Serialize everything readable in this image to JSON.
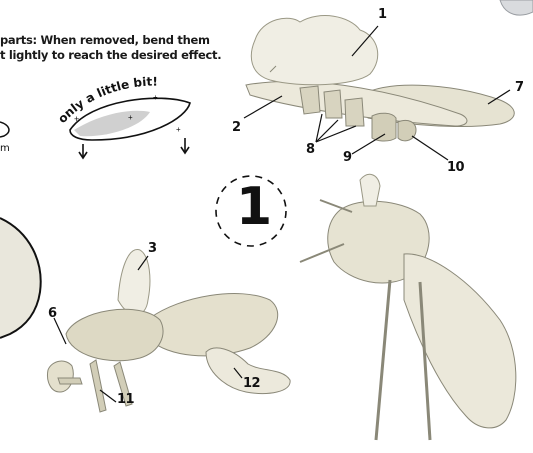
{
  "instructions": {
    "line1": "parts: When removed, bend them",
    "line2": "t lightly to reach the desired effect."
  },
  "bend_note": "only a little bit!",
  "cut_text": "m",
  "step_number": "1",
  "part_labels": {
    "p1": "1",
    "p2": "2",
    "p3": "3",
    "p6": "6",
    "p7": "7",
    "p8": "8",
    "p9": "9",
    "p10": "10",
    "p11": "11",
    "p12": "12"
  },
  "colors": {
    "wood_fill": "#e7e4d4",
    "wood_dark": "#bdb9a3",
    "wood_shadow": "#d6d2bf",
    "line": "#8a8878",
    "ink": "#111111"
  }
}
